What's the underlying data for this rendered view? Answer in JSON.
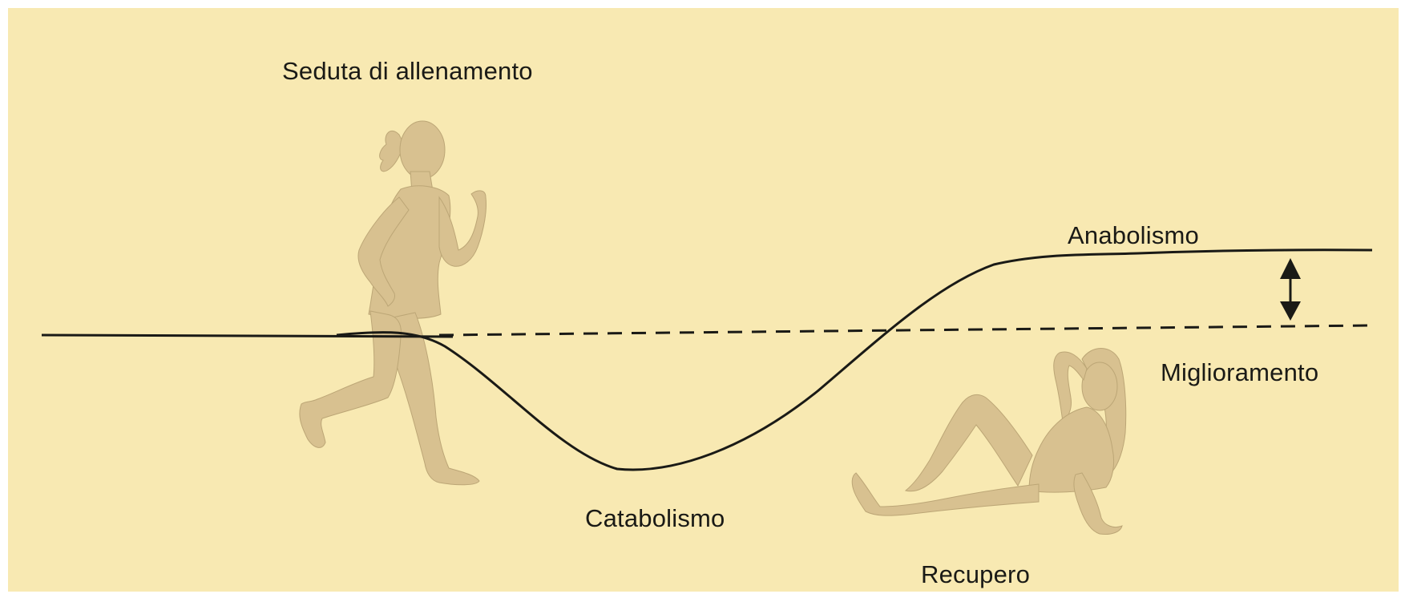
{
  "labels": {
    "title": "Seduta di allenamento",
    "anabolism": "Anabolismo",
    "improvement": "Miglioramento",
    "catabolism": "Catabolismo",
    "recovery": "Recupero"
  },
  "colors": {
    "background": "#ffffff",
    "panel": "#f8e9b2",
    "figure": "#d8c190",
    "figure_edge": "#bca676",
    "line": "#1a1a16"
  },
  "icons": {
    "runner": "running-woman-icon",
    "resting": "resting-woman-icon",
    "arrow": "double-arrow-icon"
  }
}
